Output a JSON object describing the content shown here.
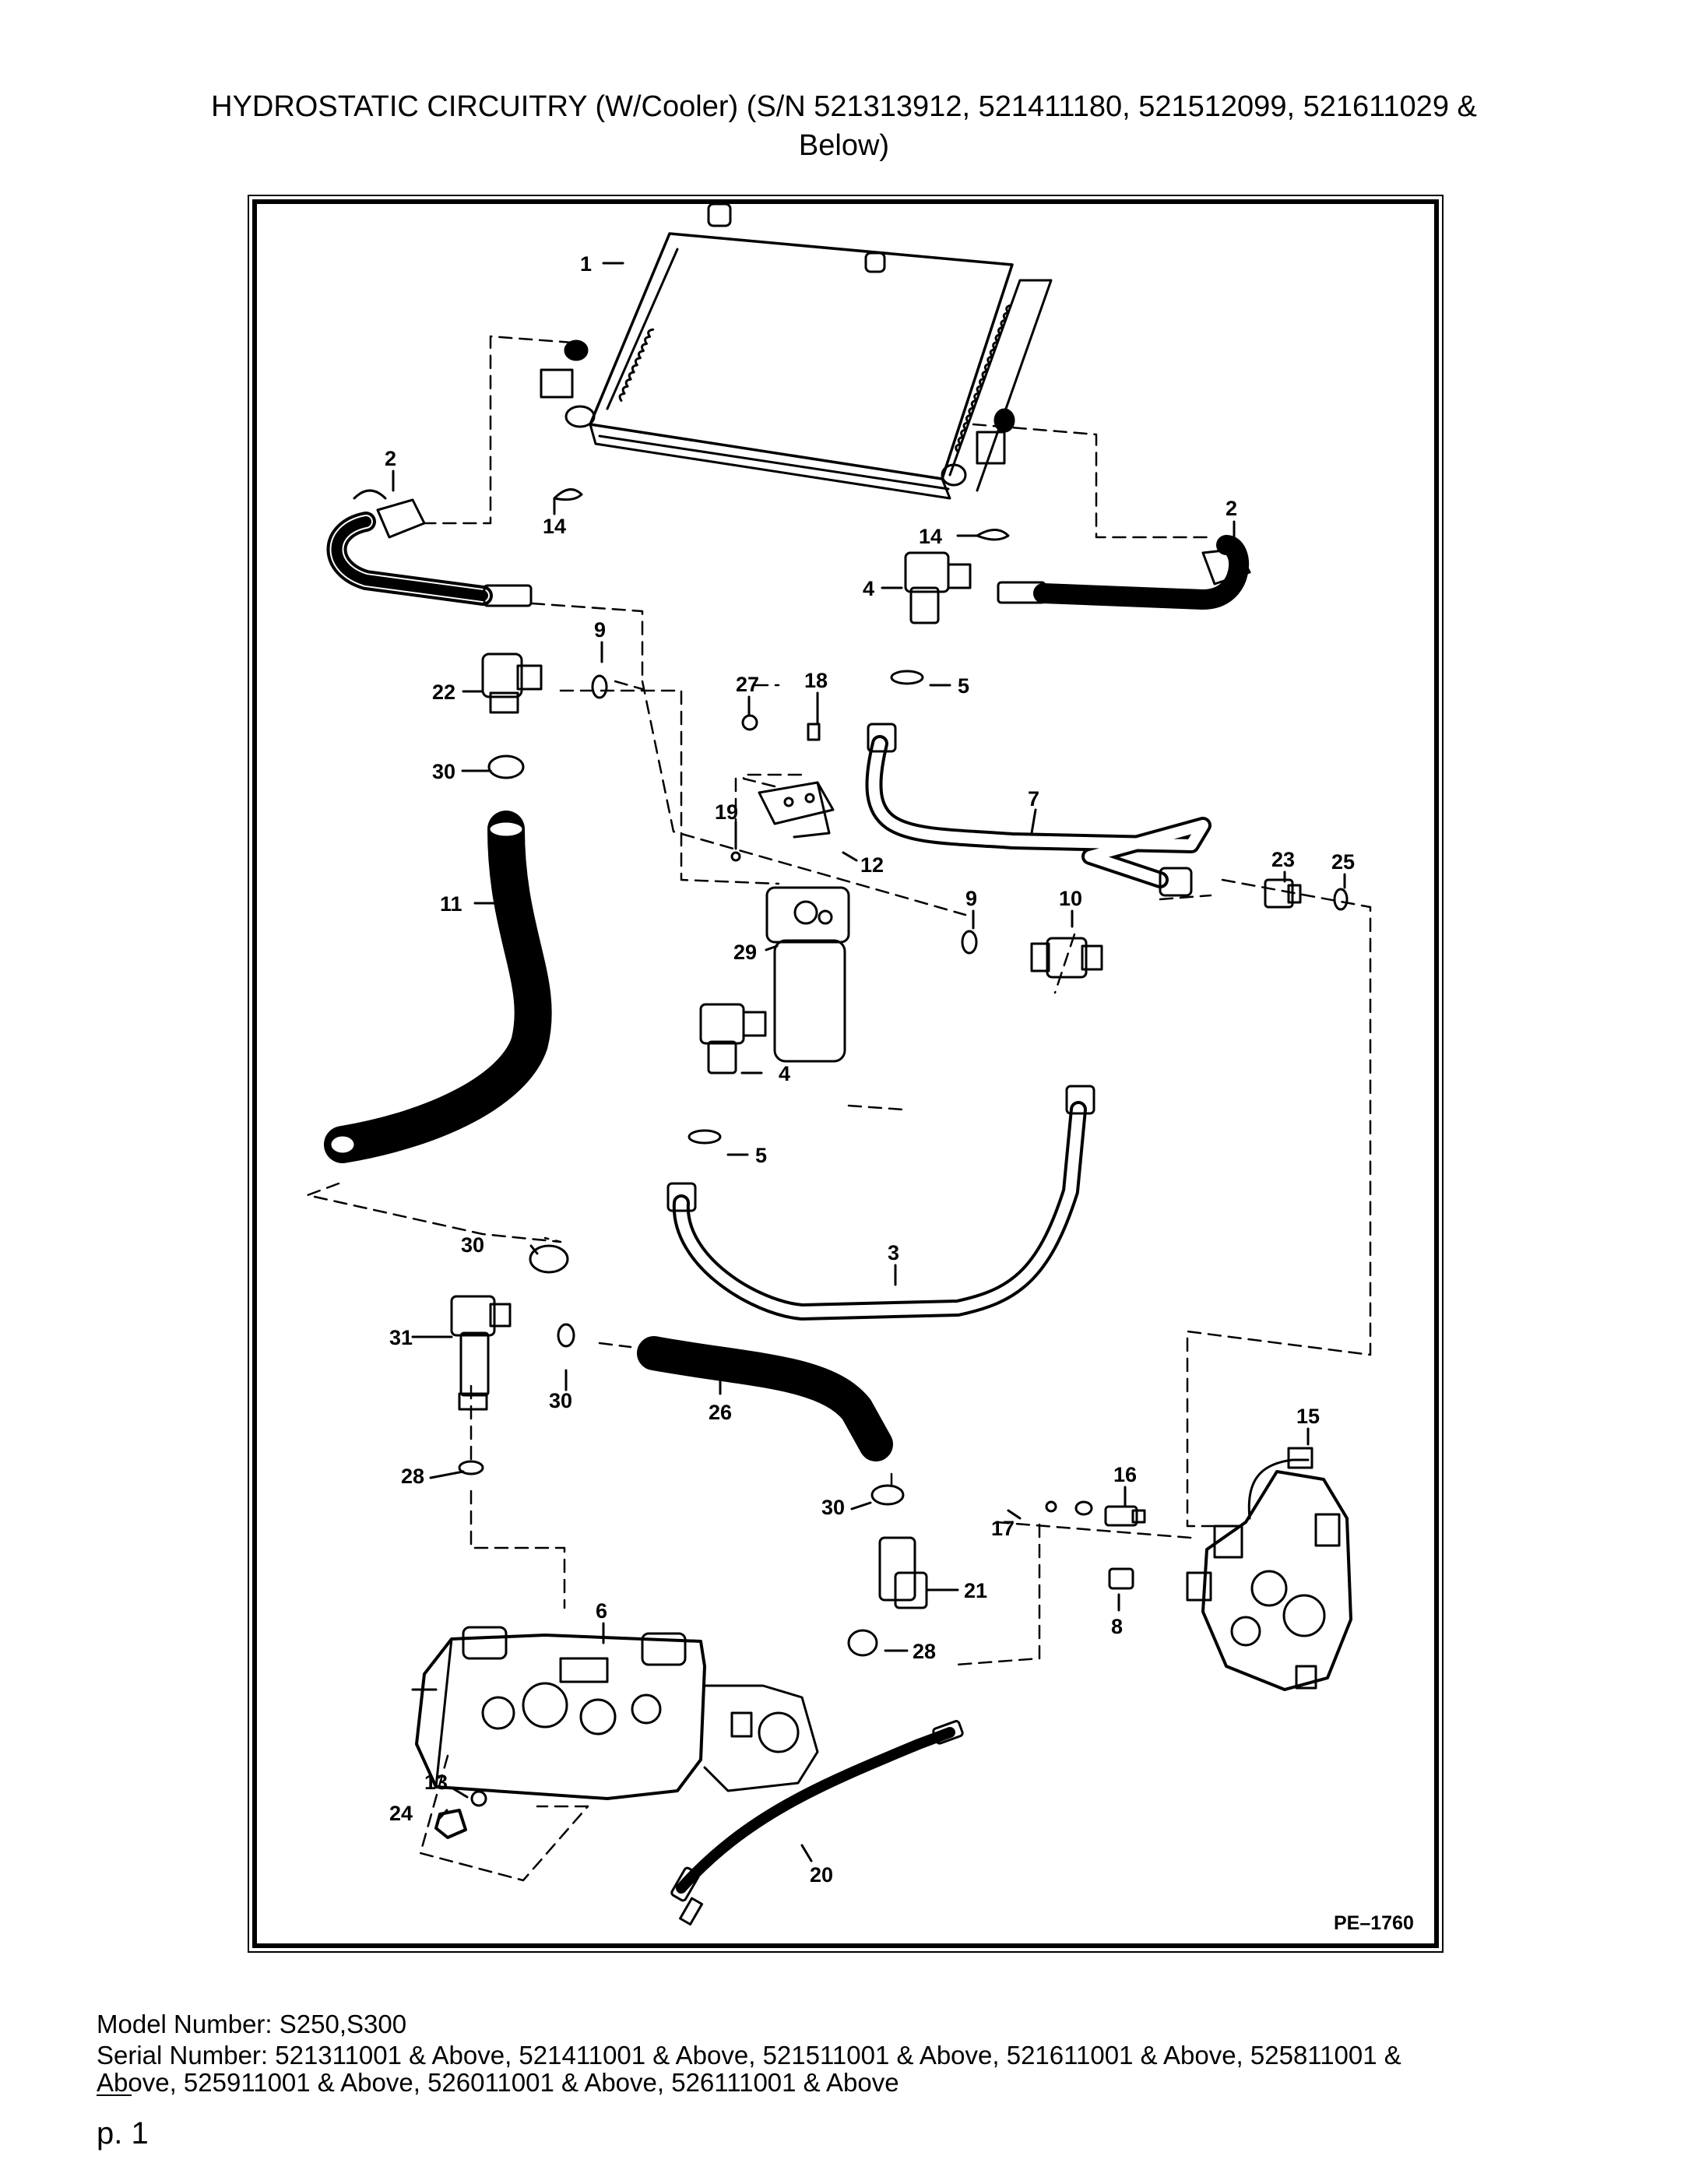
{
  "page": {
    "title_line1": "HYDROSTATIC CIRCUITRY (W/Cooler) (S/N 521313912, 521411180, 521512099, 521611029 &",
    "title_line2": "Below)",
    "drawing_code": "PE–1760",
    "model_line": "Model Number: S250,S300",
    "serial_line1": "Serial Number: 521311001 & Above, 521411001 & Above, 521511001 & Above, 521611001 & Above, 525811001 &",
    "serial_line2": "Above, 525911001 & Above, 526011001 & Above, 526111001 & Above",
    "page_number": "p. 1"
  },
  "callouts": {
    "c1": "1",
    "c2a": "2",
    "c2b": "2",
    "c3": "3",
    "c4a": "4",
    "c4b": "4",
    "c5a": "5",
    "c5b": "5",
    "c6": "6",
    "c7": "7",
    "c8": "8",
    "c9a": "9",
    "c9b": "9",
    "c10": "10",
    "c11": "11",
    "c12": "12",
    "c13": "13",
    "c14a": "14",
    "c14b": "14",
    "c15": "15",
    "c16": "16",
    "c17": "17",
    "c18": "18",
    "c19": "19",
    "c20": "20",
    "c21": "21",
    "c22": "22",
    "c23": "23",
    "c24": "24",
    "c25": "25",
    "c26": "26",
    "c27": "27",
    "c28a": "28",
    "c28b": "28",
    "c29": "29",
    "c30a": "30",
    "c30b": "30",
    "c30c": "30",
    "c30d": "30",
    "c31": "31"
  }
}
